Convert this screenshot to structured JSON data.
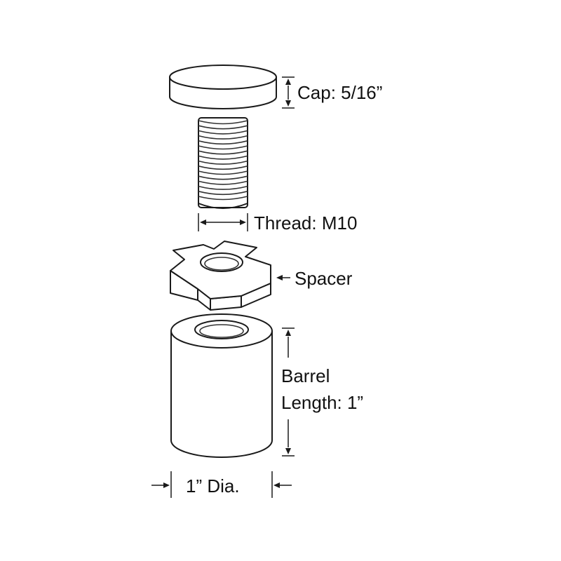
{
  "labels": {
    "cap": "Cap: 5/16”",
    "thread": "Thread: M10",
    "spacer": "Spacer",
    "barrel_line1": "Barrel",
    "barrel_line2": "Length: 1”",
    "diameter": "1” Dia."
  },
  "colors": {
    "line": "#1a1a1a",
    "fill": "#ffffff",
    "text": "#111111"
  }
}
